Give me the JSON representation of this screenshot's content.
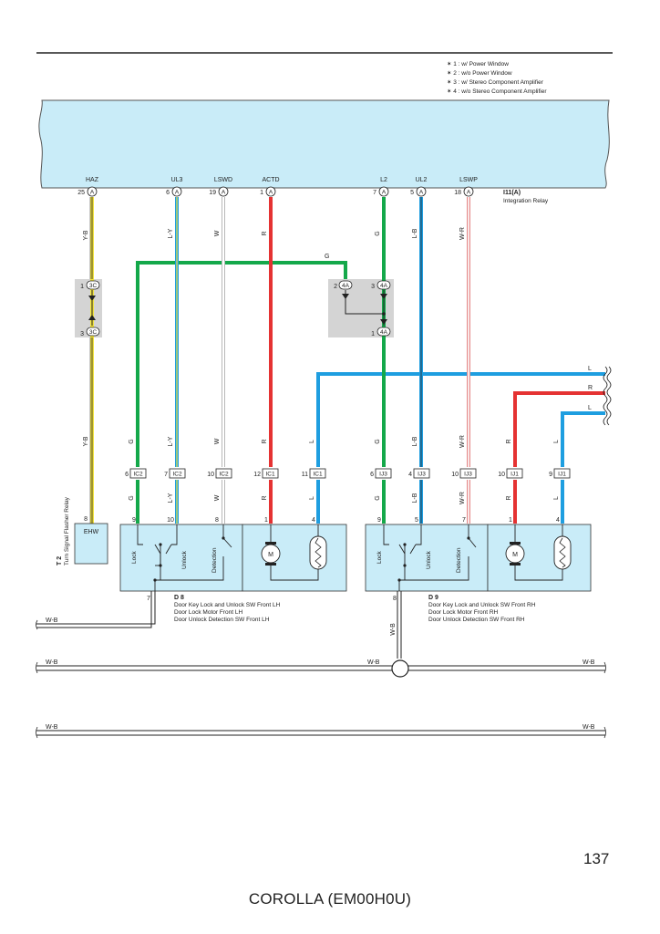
{
  "notes": [
    "✶ 1 : w/ Power Window",
    "✶ 2 : w/o Power Window",
    "✶ 3 : w/ Stereo Component Amplifier",
    "✶ 4 : w/o Stereo Component Amplifier"
  ],
  "relay": {
    "id": "I11(A)",
    "name": "Integration Relay",
    "pins": [
      {
        "label": "HAZ",
        "num": "25",
        "conn": "A"
      },
      {
        "label": "UL3",
        "num": "6",
        "conn": "A"
      },
      {
        "label": "LSWD",
        "num": "19",
        "conn": "A"
      },
      {
        "label": "ACTD",
        "num": "1",
        "conn": "A"
      },
      {
        "label": "L2",
        "num": "7",
        "conn": "A"
      },
      {
        "label": "UL2",
        "num": "5",
        "conn": "A"
      },
      {
        "label": "LSWP",
        "num": "18",
        "conn": "A"
      }
    ]
  },
  "wire_colors": {
    "yellow": "#f2e33a",
    "green": "#14a84a",
    "lightblue": "#1e9ee0",
    "red": "#e53232",
    "white": "#c8c8c8",
    "pinkstripe": "#e58a8a",
    "black": "#222222",
    "relay_fill": "#c9ecf8",
    "junction_fill": "#d4d4d4"
  },
  "wires": {
    "haz_top": "Y-B",
    "haz_bottom": "Y-B",
    "ul3_top": "L-Y",
    "lswd_top": "W",
    "actd_top": "R",
    "l2_top": "G",
    "ul2_top": "L-B",
    "lswp_top": "W-R",
    "g_horizontal": "G",
    "l_right_1": "L",
    "r_right": "R",
    "l_right_2": "L",
    "g_left_1": "G",
    "ly_1": "L-Y",
    "w_1": "W",
    "r_1": "R",
    "l_1": "L",
    "g_right_1": "G",
    "lb_1": "L-B",
    "wr_1": "W-R",
    "r_2": "R",
    "l_2": "L",
    "g_left_2": "G",
    "ly_2": "L-Y",
    "w_2": "W",
    "r_3": "R",
    "l_3": "L",
    "g_right_2": "G",
    "lb_2": "L-B",
    "wr_2": "W-R",
    "r_4": "R",
    "l_4": "L",
    "wb_vertical": "W-B",
    "wb_1": "W-B",
    "wb_2a": "W-B",
    "wb_2b": "W-B",
    "wb_3a": "W-B",
    "wb_3b": "W-B"
  },
  "junctions": {
    "j3c_top": {
      "num": "1",
      "conn": "3C"
    },
    "j3c_bottom": {
      "num": "3",
      "conn": "3C"
    },
    "j4a_left": {
      "num": "2",
      "conn": "4A"
    },
    "j4a_top": {
      "num": "3",
      "conn": "4A"
    },
    "j4a_bottom": {
      "num": "1",
      "conn": "4A"
    }
  },
  "connectors": [
    {
      "num": "6",
      "conn": "IC2"
    },
    {
      "num": "7",
      "conn": "IC2"
    },
    {
      "num": "10",
      "conn": "IC2"
    },
    {
      "num": "12",
      "conn": "IC1"
    },
    {
      "num": "11",
      "conn": "IC1"
    },
    {
      "num": "6",
      "conn": "IJ3"
    },
    {
      "num": "4",
      "conn": "IJ3"
    },
    {
      "num": "10",
      "conn": "IJ3"
    },
    {
      "num": "10",
      "conn": "IJ1"
    },
    {
      "num": "9",
      "conn": "IJ1"
    }
  ],
  "flasher": {
    "pin_top": "8",
    "label": "EHW",
    "id": "T 2",
    "name": "Turn Signal Flasher Relay"
  },
  "d8": {
    "pins": [
      "9",
      "10",
      "8",
      "1",
      "4"
    ],
    "pin_bottom": "7",
    "lock": "Lock",
    "unlock": "Unlock",
    "detection": "Detection",
    "motor": "M",
    "id": "D 8",
    "lines": [
      "Door Key Lock and Unlock SW Front LH",
      "Door Lock Motor Front LH",
      "Door Unlock Detection SW Front LH"
    ]
  },
  "d9": {
    "pins": [
      "9",
      "5",
      "7",
      "1",
      "4"
    ],
    "pin_bottom": "8",
    "lock": "Lock",
    "unlock": "Unlock",
    "detection": "Detection",
    "motor": "M",
    "id": "D 9",
    "lines": [
      "Door Key Lock and Unlock SW Front RH",
      "Door Lock Motor Front RH",
      "Door Unlock Detection SW Front RH"
    ]
  },
  "page_number": "137",
  "footer": "COROLLA (EM00H0U)"
}
